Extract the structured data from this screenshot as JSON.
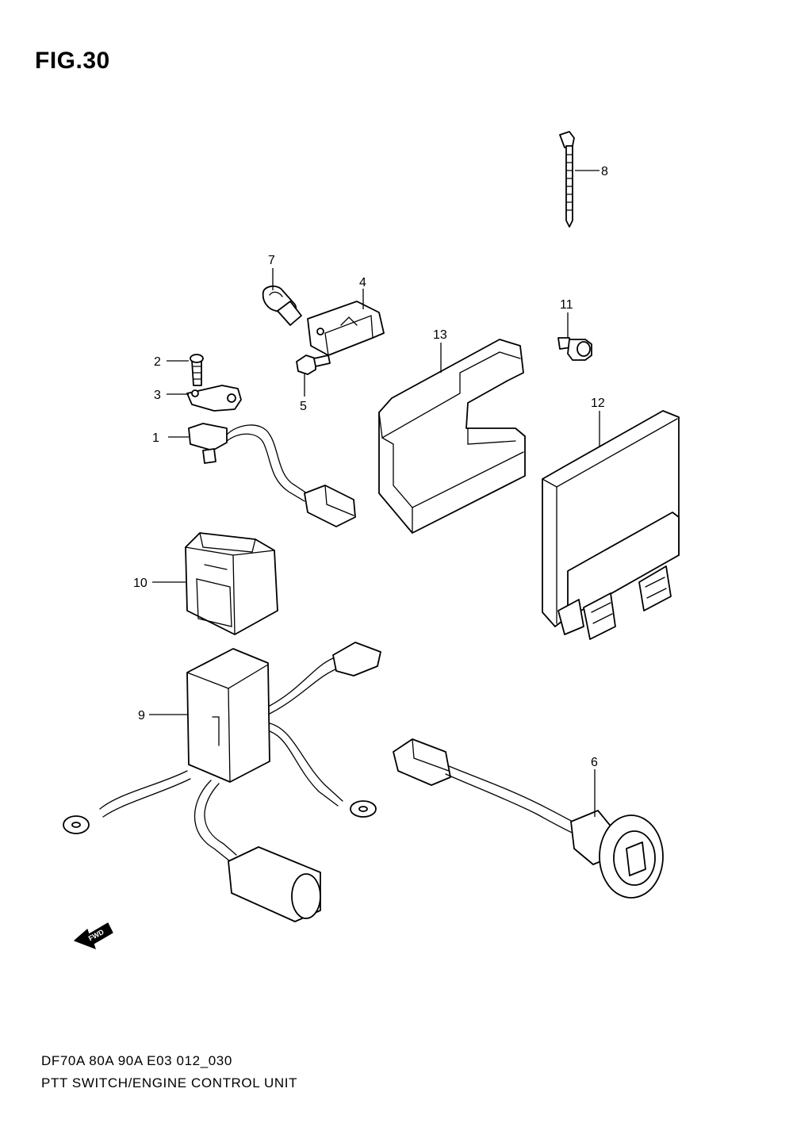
{
  "figure": {
    "title": "FIG.30"
  },
  "callouts": [
    {
      "id": "1",
      "label": "1"
    },
    {
      "id": "2",
      "label": "2"
    },
    {
      "id": "3",
      "label": "3"
    },
    {
      "id": "4",
      "label": "4"
    },
    {
      "id": "5",
      "label": "5"
    },
    {
      "id": "6",
      "label": "6"
    },
    {
      "id": "7",
      "label": "7"
    },
    {
      "id": "8",
      "label": "8"
    },
    {
      "id": "9",
      "label": "9"
    },
    {
      "id": "10",
      "label": "10"
    },
    {
      "id": "11",
      "label": "11"
    },
    {
      "id": "12",
      "label": "12"
    },
    {
      "id": "13",
      "label": "13"
    }
  ],
  "fwd_marker": {
    "label": "FWD",
    "icon": "fwd-arrow-icon"
  },
  "footer": {
    "model_code": "DF70A 80A 90A E03 012_030",
    "caption": "PTT SWITCH/ENGINE CONTROL UNIT"
  }
}
